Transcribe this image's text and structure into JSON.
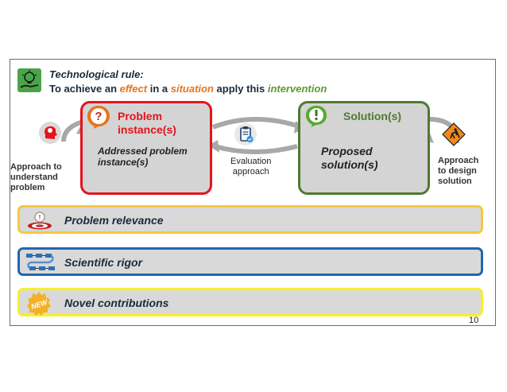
{
  "rule": {
    "title": "Technological rule:",
    "to_achieve": "To achieve an",
    "effect": "effect",
    "in_a": "in a",
    "situation": "situation",
    "apply_this": "apply this",
    "intervention": "intervention"
  },
  "problem_box": {
    "title_line1": "Problem",
    "title_line2": "instance(s)",
    "subtitle_line1": "Addressed problem",
    "subtitle_line2": "instance(s)"
  },
  "solution_box": {
    "title": "Solution(s)",
    "subtitle_line1": "Proposed",
    "subtitle_line2": "solution(s)"
  },
  "labels": {
    "approach_understand": [
      "Approach to",
      "understand",
      "problem"
    ],
    "evaluation": [
      "Evaluation",
      "approach"
    ],
    "approach_design": [
      "Approach",
      "to design",
      "solution"
    ]
  },
  "bars": [
    {
      "label": "Problem relevance",
      "border": "#f5c842",
      "icon": "target-icon"
    },
    {
      "label": "Scientific rigor",
      "border": "#2166b0",
      "icon": "process-flow-icon"
    },
    {
      "label": "Novel contributions",
      "border": "#f5f02a",
      "icon": "new-badge-icon",
      "badge": "NEW"
    }
  ],
  "colors": {
    "problem": "#e4141c",
    "solution": "#4f7a2f",
    "effect": "#e8731a",
    "situation": "#e8731a",
    "intervention": "#5a9a2e"
  },
  "page_number": "10"
}
